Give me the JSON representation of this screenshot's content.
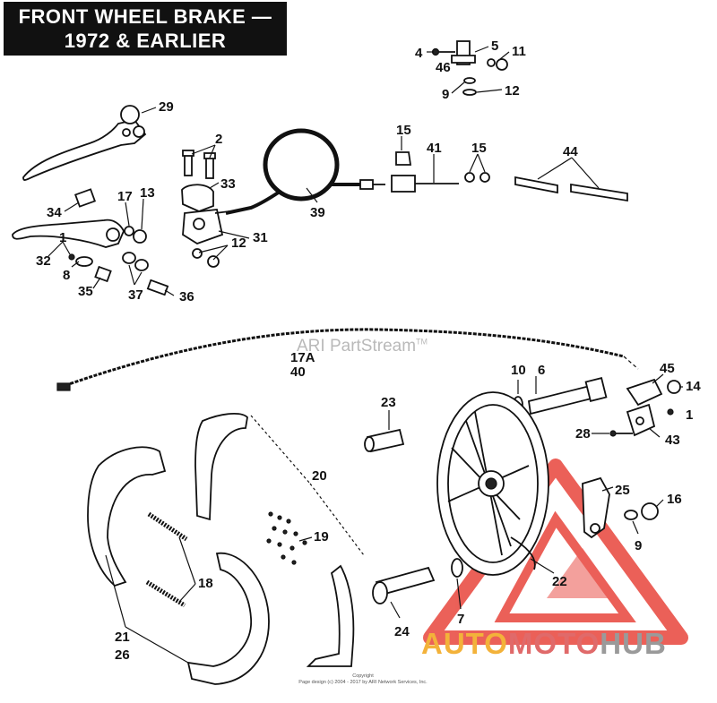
{
  "title": {
    "line1": "FRONT WHEEL BRAKE —",
    "line2": "1972 & EARLIER"
  },
  "callouts": {
    "c4": "4",
    "c46": "46",
    "c5": "5",
    "c11": "11",
    "c9a": "9",
    "c12a": "12",
    "c29": "29",
    "c2": "2",
    "c33": "33",
    "c15a": "15",
    "c41": "41",
    "c15b": "15",
    "c44": "44",
    "c34": "34",
    "c17": "17",
    "c13": "13",
    "c31": "31",
    "c12b": "12",
    "c39": "39",
    "c32": "32",
    "c1a": "1",
    "c8": "8",
    "c35": "35",
    "c37": "37",
    "c36": "36",
    "c17a": "17A",
    "c40": "40",
    "c10": "10",
    "c6": "6",
    "c45": "45",
    "c14": "14",
    "c1b": "1",
    "c23": "23",
    "c28": "28",
    "c43": "43",
    "c20": "20",
    "c25": "25",
    "c16": "16",
    "c9b": "9",
    "c19": "19",
    "c18": "18",
    "c22": "22",
    "c24": "24",
    "c7": "7",
    "c21": "21",
    "c26": "26"
  },
  "watermark": {
    "text": "ARI PartStream",
    "tm": "TM"
  },
  "copyright": {
    "line1": "Copyright",
    "line2": "Page design (c) 2004 - 2017 by ARI Network Services, Inc."
  },
  "brand": {
    "part1": "AUTO",
    "part2": "MOTO",
    "part3": "HUB"
  },
  "colors": {
    "title_bg": "#111111",
    "logo_red": "#e8453c",
    "brand_orange": "#f3b23a",
    "brand_grey": "#9a9a9a"
  }
}
